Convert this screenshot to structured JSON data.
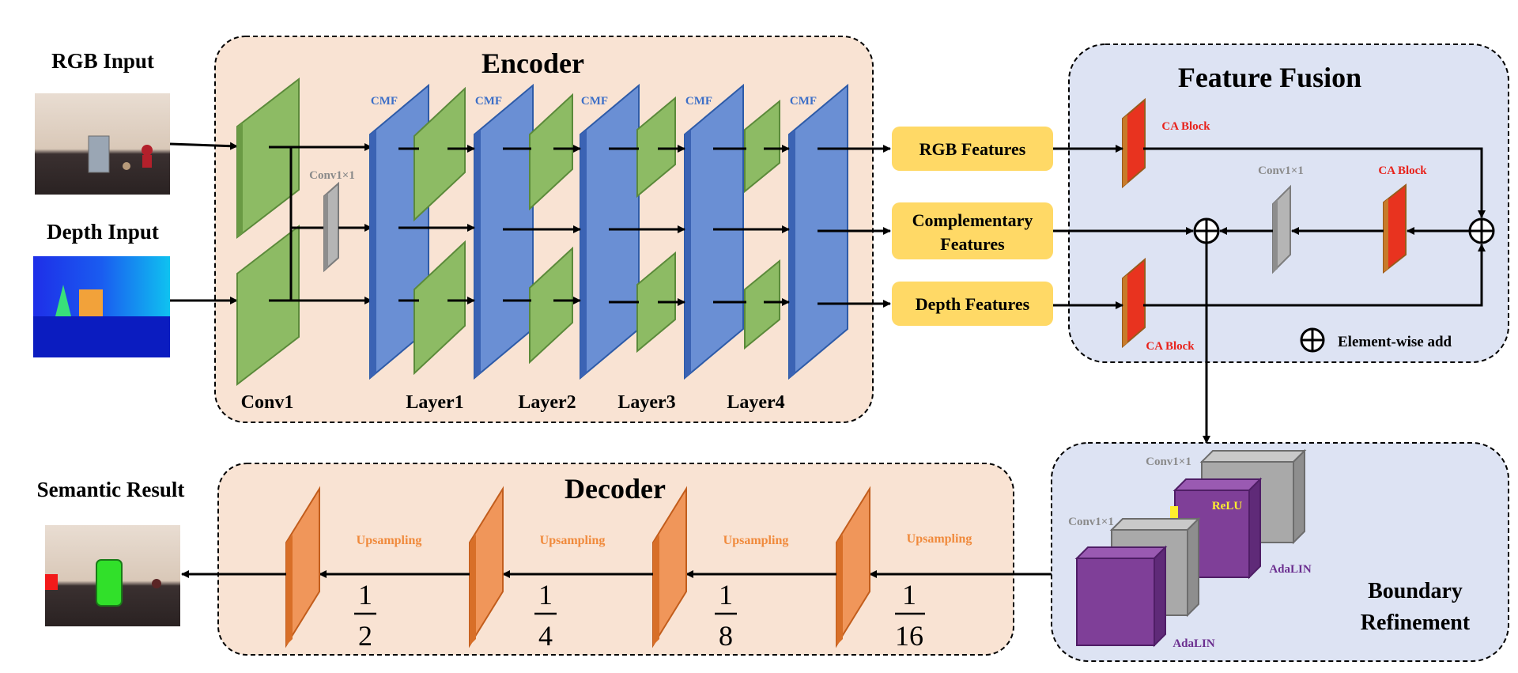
{
  "inputs": {
    "rgb_label": "RGB Input",
    "depth_label": "Depth Input",
    "result_label": "Semantic Result"
  },
  "encoder": {
    "title": "Encoder",
    "conv1_label": "Conv1",
    "conv1x1_label": "Conv1×1",
    "cmf_label": "CMF",
    "layer_labels": [
      "Layer1",
      "Layer2",
      "Layer3",
      "Layer4"
    ]
  },
  "features": {
    "rgb": "RGB Features",
    "complementary_line1": "Complementary",
    "complementary_line2": "Features",
    "depth": "Depth Features"
  },
  "fusion": {
    "title": "Feature Fusion",
    "ca_block": "CA Block",
    "conv1x1": "Conv1×1",
    "legend_add": "Element-wise add"
  },
  "decoder": {
    "title": "Decoder",
    "upsampling": "Upsampling",
    "fractions": [
      {
        "num": "1",
        "den": "2"
      },
      {
        "num": "1",
        "den": "4"
      },
      {
        "num": "1",
        "den": "8"
      },
      {
        "num": "1",
        "den": "16"
      }
    ]
  },
  "boundary": {
    "title_line1": "Boundary",
    "title_line2": "Refinement",
    "conv1x1": "Conv1×1",
    "relu": "ReLU",
    "adalin": "AdaLIN"
  },
  "colors": {
    "encoder_bg": "#f9e3d3",
    "fusion_bg": "#dde3f3",
    "green": "#8dbb64",
    "blue": "#6a8fd4",
    "orange": "#f0965a",
    "red": "#e8331f",
    "yellow": "#ffd966",
    "purple": "#7f3f98",
    "gray": "#aaaaaa"
  }
}
